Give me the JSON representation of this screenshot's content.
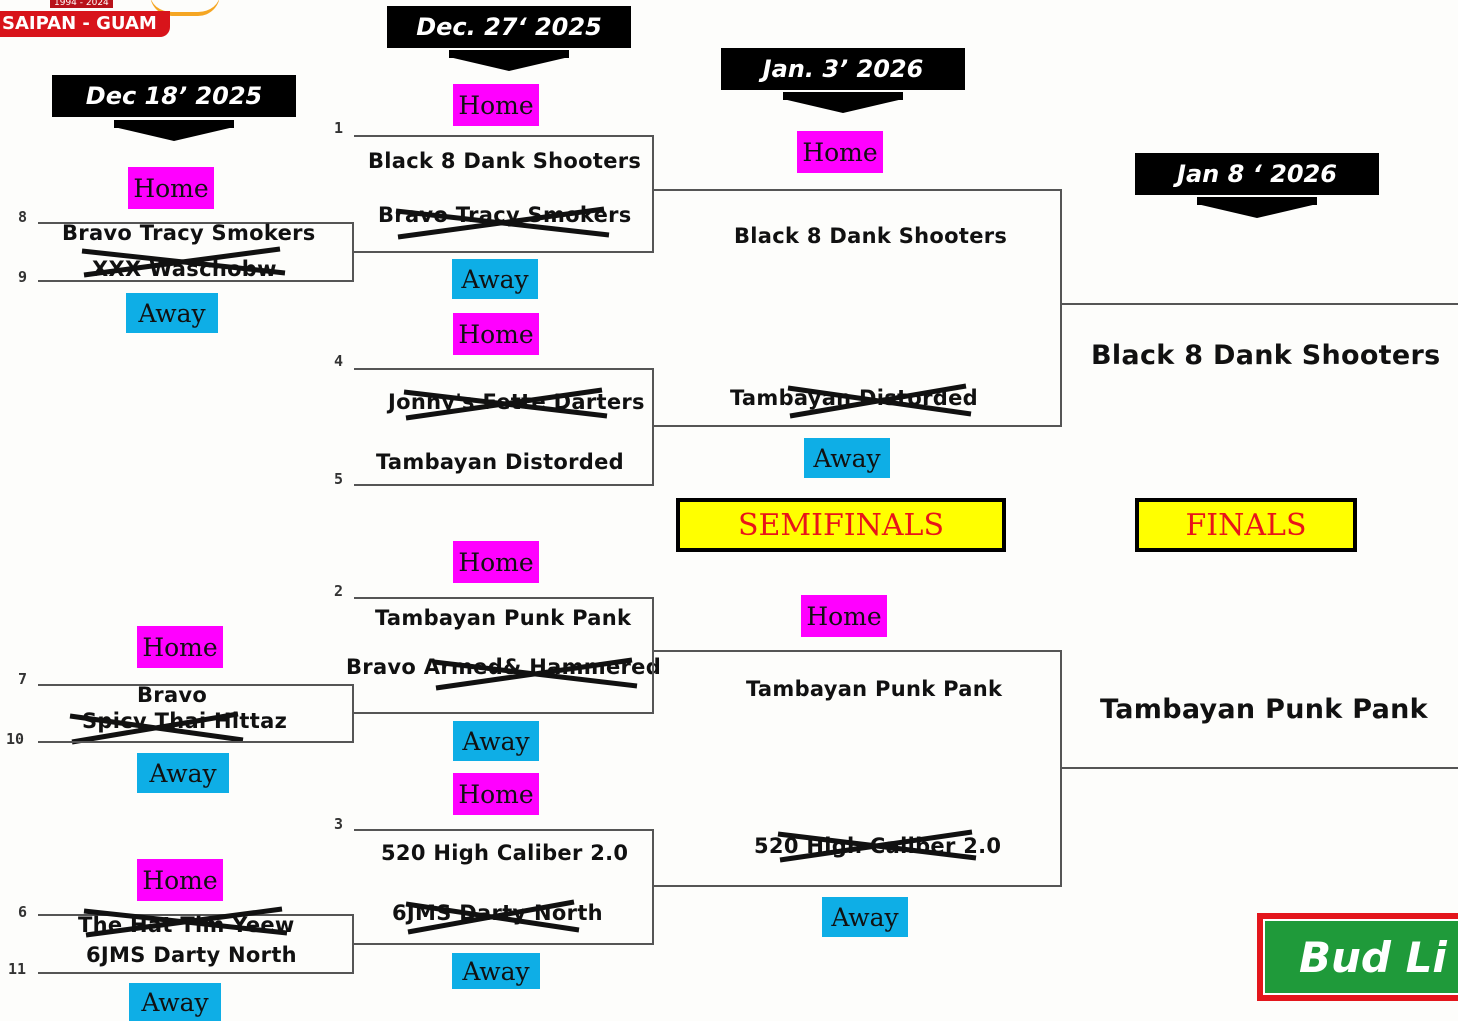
{
  "logo": {
    "years": "1994 - 2024",
    "text": "SAIPAN - GUAM"
  },
  "dates": {
    "r1": "Dec 18’ 2025",
    "r2": "Dec. 27‘ 2025",
    "semi": "Jan. 3’ 2026",
    "final": "Jan 8 ‘ 2026"
  },
  "labels": {
    "home": "Home",
    "away": "Away",
    "semifinals": "SEMIFINALS",
    "finals": "FINALS"
  },
  "round1": [
    {
      "seed_top": "8",
      "seed_bottom": "9",
      "top": "Bravo Tracy Smokers",
      "bottom": "XXX Waschobw"
    },
    {
      "seed_top": "7",
      "seed_bottom": "10",
      "top": "Bravo",
      "bottom": "Spicy Thai Hittaz"
    },
    {
      "seed_top": "6",
      "seed_bottom": "11",
      "top": "The Hat Tim Yeew",
      "bottom": "6JMS Darty North"
    }
  ],
  "round2": [
    {
      "seed": "1",
      "top": "Black 8 Dank Shooters",
      "bottom": "Bravo Tracy Smokers"
    },
    {
      "seed_top": "4",
      "seed_bottom": "5",
      "top": "Jonny's Fette Darters",
      "bottom": "Tambayan Distorded"
    },
    {
      "seed": "2",
      "top": "Tambayan Punk Pank",
      "bottom": "Bravo Armed& Hammered"
    },
    {
      "seed": "3",
      "top": "520 High Caliber 2.0",
      "bottom": "6JMS Darty North"
    }
  ],
  "semis": [
    {
      "top": "Black 8 Dank Shooters",
      "bottom": "Tambayan Distorded"
    },
    {
      "top": "Tambayan Punk Pank",
      "bottom": "520 High Caliber 2.0"
    }
  ],
  "finals": {
    "top": "Black 8 Dank Shooters",
    "bottom": "Tambayan Punk Pank"
  },
  "sponsor": "Bud Li",
  "colors": {
    "home": "#ff00ff",
    "away": "#0eaee6",
    "banner": "#000000",
    "label_bg": "#ffff00",
    "label_text": "#e8141a",
    "sponsor_green": "#1f9a3a",
    "sponsor_red": "#e3161c"
  }
}
